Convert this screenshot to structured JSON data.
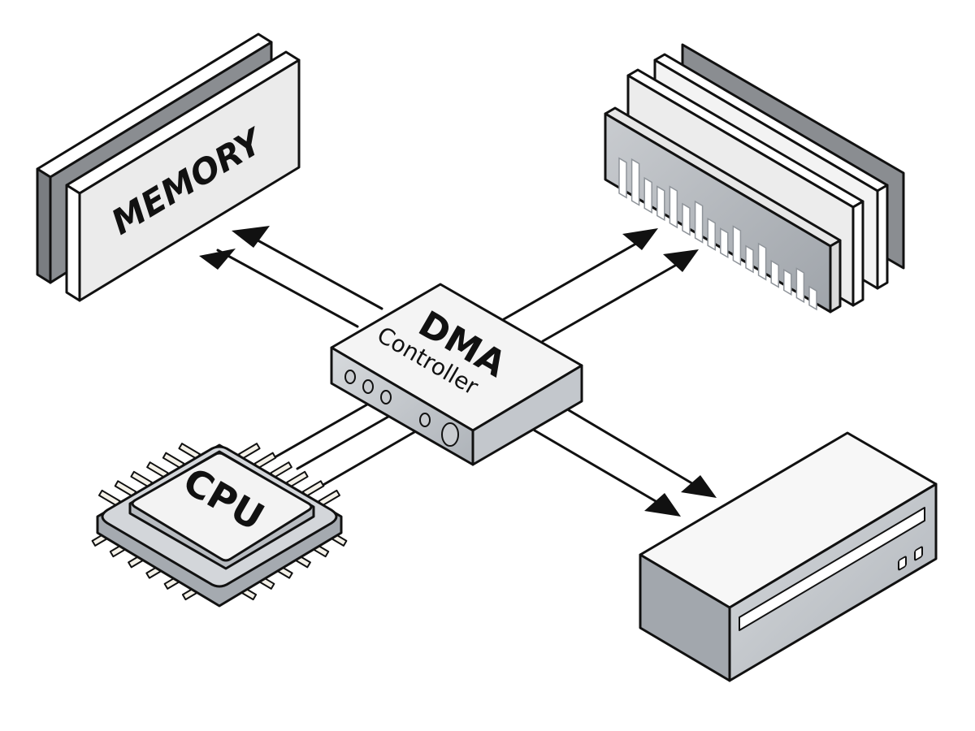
{
  "diagram": {
    "type": "isometric-block-diagram",
    "topic": "Direct Memory Access data flow",
    "nodes": [
      {
        "id": "dma",
        "label_line1": "DMA",
        "label_line2": "Controller",
        "shape": "flat box with port holes",
        "position": "center"
      },
      {
        "id": "memory",
        "label": "MEMORY",
        "shape": "two stacked panels",
        "position": "top-left"
      },
      {
        "id": "device",
        "label": "",
        "shape": "stack of expansion cards with bar-graph face",
        "position": "top-right"
      },
      {
        "id": "cpu",
        "label": "CPU",
        "shape": "chip package with pins",
        "position": "bottom-left"
      },
      {
        "id": "storage",
        "label": "",
        "shape": "drive box with slot and two buttons",
        "position": "bottom-right"
      }
    ],
    "edges": [
      {
        "from": "dma",
        "to": "memory",
        "count": 2,
        "style": "arrow"
      },
      {
        "from": "dma",
        "to": "device",
        "count": 2,
        "style": "arrow"
      },
      {
        "from": "dma",
        "to": "storage",
        "count": 2,
        "style": "arrow"
      },
      {
        "from": "dma",
        "to": "cpu",
        "count": 3,
        "style": "line"
      }
    ],
    "device_bar_levels": [
      0.72,
      0.85,
      0.62,
      0.6,
      0.75,
      0.55,
      0.75,
      0.55,
      0.5,
      0.7,
      0.45,
      0.65,
      0.45,
      0.42,
      0.6,
      0.38
    ],
    "colors": {
      "outline": "#111111",
      "face_light": "#f2f2f2",
      "face_mid": "#c5c9ce",
      "face_dark": "#8a8d91",
      "background": "#ffffff"
    }
  }
}
